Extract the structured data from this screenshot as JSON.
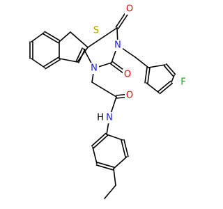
{
  "colors": {
    "background": "#ffffff",
    "bond": "#000000",
    "S": "#b59a00",
    "O": "#e00000",
    "N": "#1a1ae6",
    "F": "#1f9a1f"
  },
  "atom_labels": {
    "s_thiophene": "S",
    "o_c4": "O",
    "o_c2": "O",
    "o_amide": "O",
    "n3": "N",
    "n1": "N",
    "n_amide": "N",
    "h_amide": "H",
    "f_fluoro": "F"
  }
}
